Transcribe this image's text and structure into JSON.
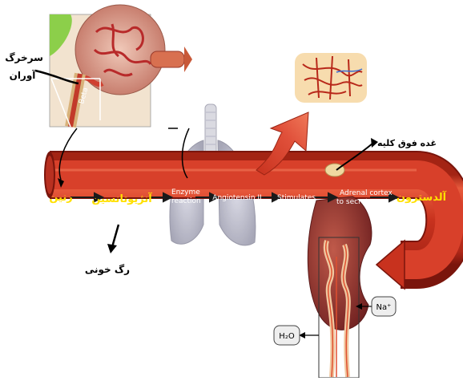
{
  "labels": {
    "afferent_arteriole": "سرخرگ\nآوران",
    "renin": "رنین",
    "angiotensinogen": "آنژیوتانسین",
    "enzyme_reaction": "Enzyme\nreaction",
    "angiotensin_ii": "Angiotensin II",
    "stimulates": "Stimulates",
    "adrenal_cortex": "Adrenal cortex\nto secrete",
    "aldosterone": "آلدسترون",
    "adrenal_gland": "غده فوق کلیه",
    "blood_vessel": "رگ خونی",
    "na": "Na⁺",
    "h2o": "H₂O",
    "beta_cell": "Beta"
  },
  "colors": {
    "vessel": "#c8321e",
    "vessel_light": "#e85a3c",
    "vessel_dark": "#8a1a10",
    "lumen": "#e9472b",
    "arabic_label": "#ffe000",
    "white_label": "#ffffff",
    "lung": "#c8c8d8",
    "trachea": "#d8d8e0",
    "kidney": "#8b3a3a",
    "bubble_fill": "#eeeeee"
  },
  "icons": [
    "glomerulus-illustration",
    "capillary-network-illustration",
    "lungs-illustration",
    "kidney-illustration",
    "nephron-tubules-illustration"
  ]
}
